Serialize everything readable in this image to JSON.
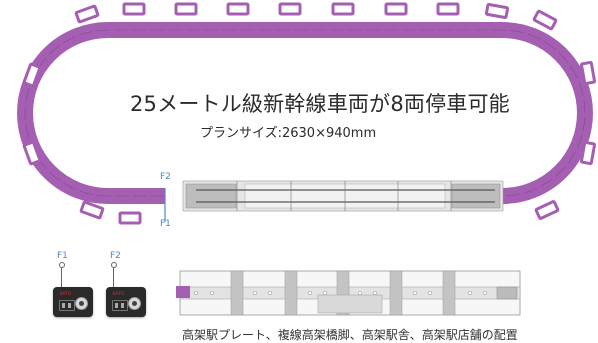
{
  "diagram": {
    "title": "25メートル級新幹線車両が8両停車可能",
    "plan_size": "プランサイズ:2630×940mm",
    "caption": "高架駅プレート、複線高架橋脚、高架駅舎、高架駅店舗の配置",
    "feeders": [
      {
        "label": "F2",
        "role": "track-marker-upper"
      },
      {
        "label": "F1",
        "role": "track-marker-lower"
      }
    ],
    "controllers": [
      {
        "label": "F1",
        "brand": "KATO"
      },
      {
        "label": "F2",
        "brand": "KATO"
      }
    ],
    "colors": {
      "track": "#a45fb2",
      "track_dark": "#7e3f8d",
      "pier_marker": "#a45fb2",
      "station_plate": "#dcdcdc",
      "feeder_blue": "#4a88c9"
    }
  }
}
